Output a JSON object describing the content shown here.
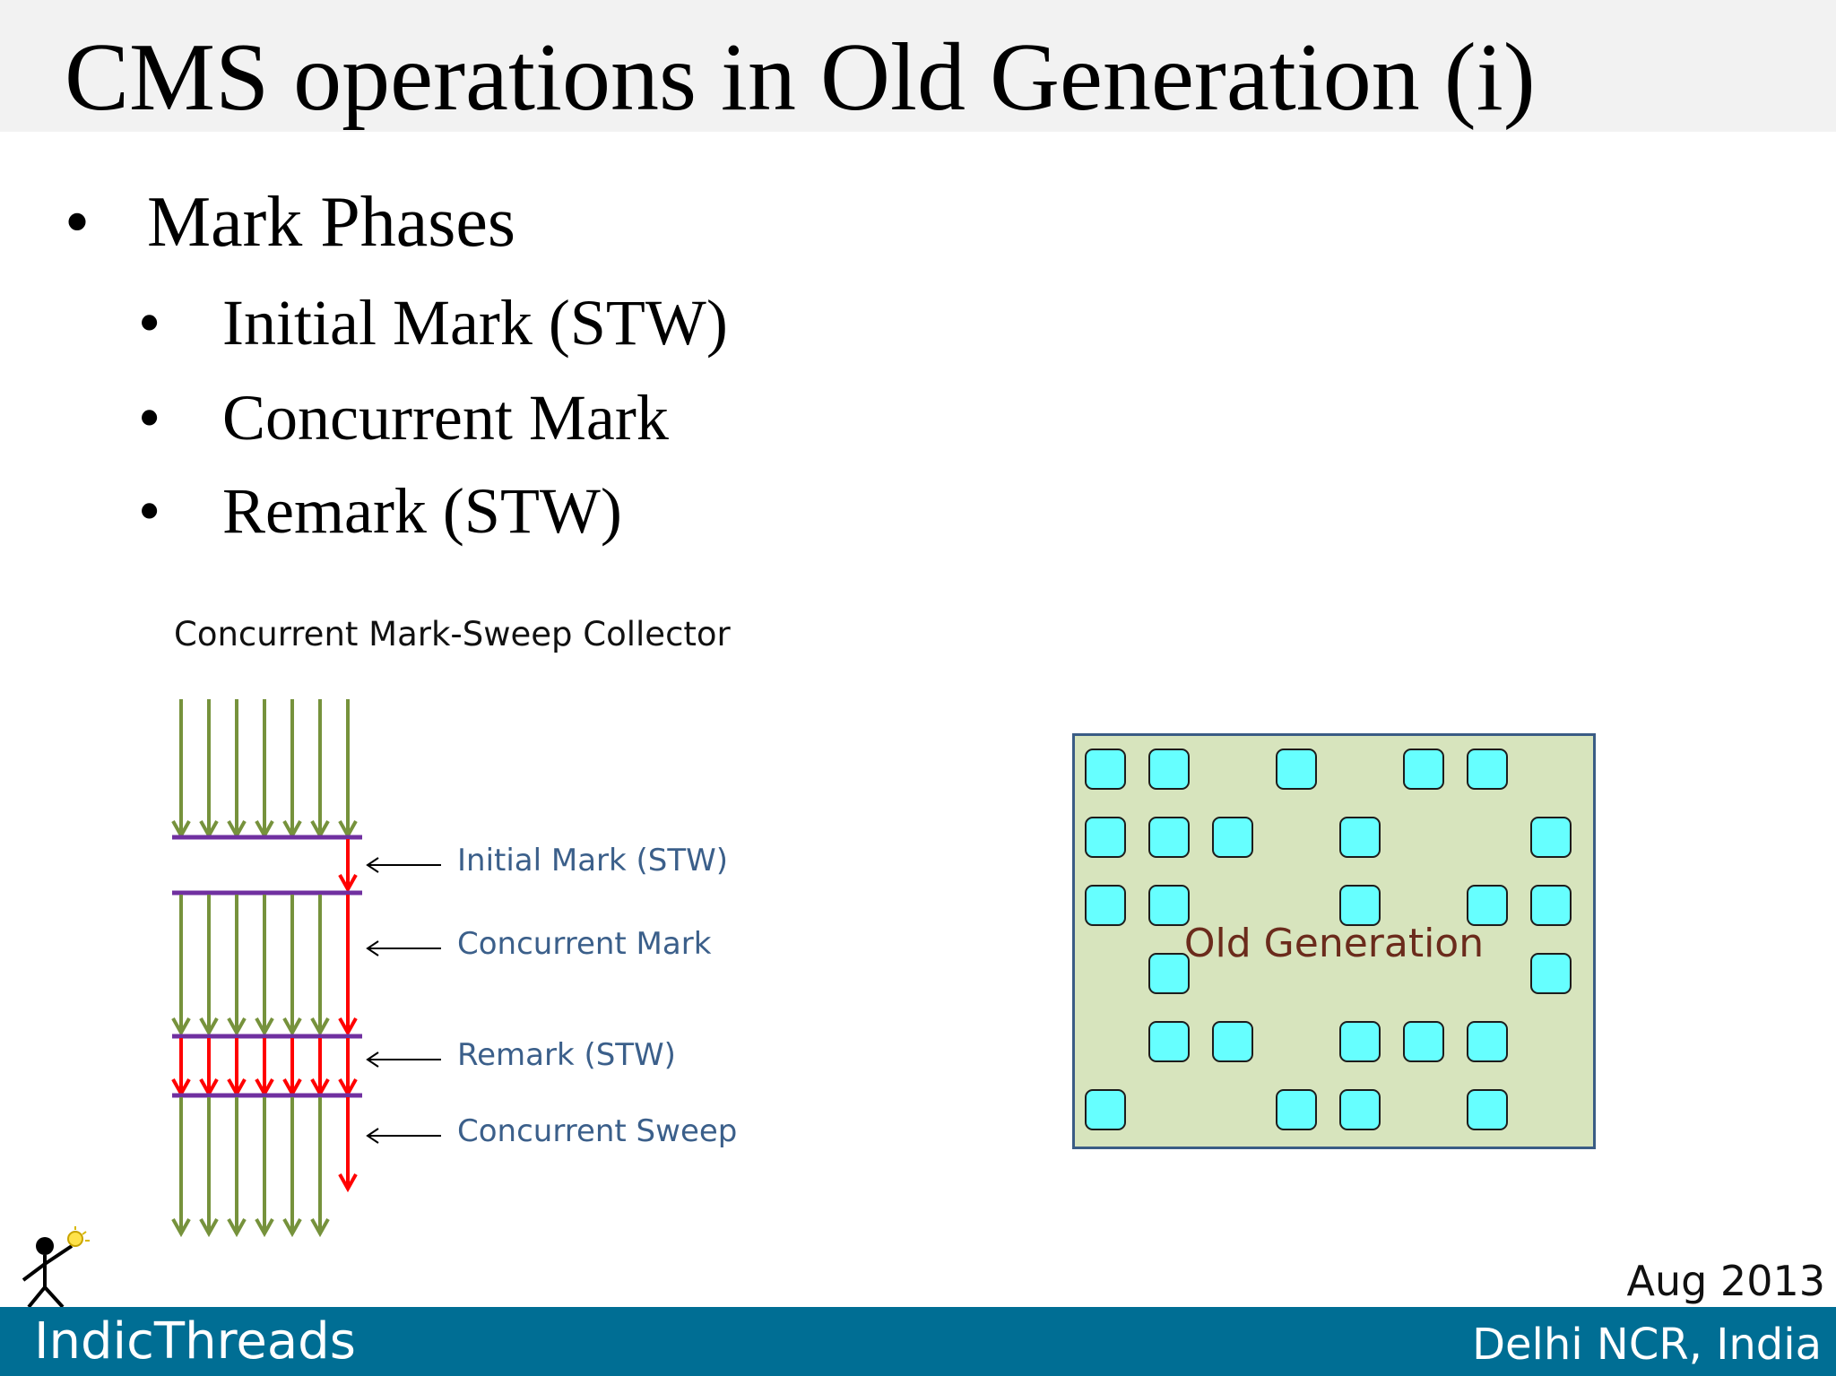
{
  "slide": {
    "title": "CMS operations in Old Generation (i)"
  },
  "bullets": {
    "level1": {
      "text": "Mark Phases",
      "marker": "•"
    },
    "level2": [
      {
        "text": "Initial Mark (STW)",
        "marker": "•"
      },
      {
        "text": "Concurrent Mark",
        "marker": "•"
      },
      {
        "text": "Remark (STW)",
        "marker": "•"
      }
    ]
  },
  "diagram": {
    "title": "Concurrent Mark-Sweep Collector",
    "phases": [
      "Initial Mark (STW)",
      "Concurrent Mark",
      "Remark (STW)",
      "Concurrent Sweep"
    ],
    "colors": {
      "app_thread": "#76923c",
      "gc_thread": "#ff0000",
      "phase_line": "#7030a0",
      "label": "#3b5f8a"
    }
  },
  "heap": {
    "label": "Old Generation",
    "fill": "#d7e4bd",
    "object_color": "#66ffff"
  },
  "footer": {
    "brand": "IndicThreads",
    "location": "Delhi NCR, India",
    "date": "Aug 2013",
    "color": "#006e94"
  }
}
